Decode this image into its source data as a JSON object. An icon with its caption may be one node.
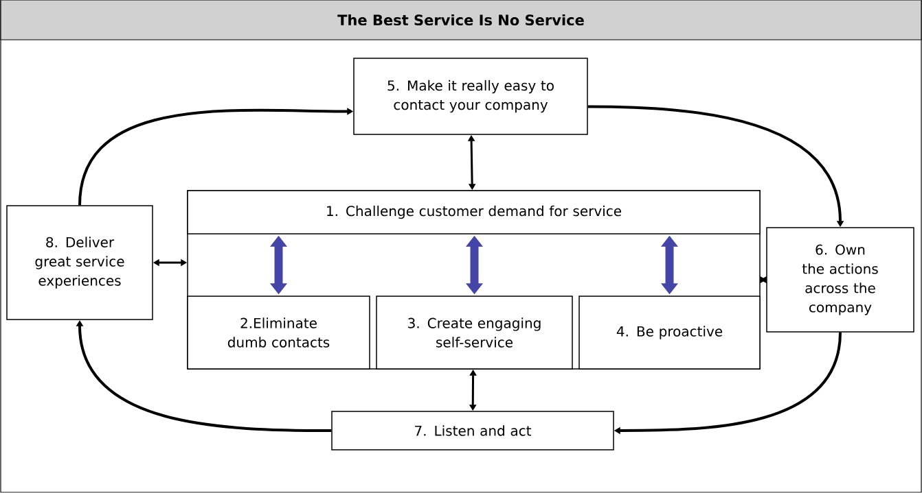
{
  "diagram": {
    "title": "The Best Service Is No Service",
    "nodes": [
      {
        "text": [],
        "shape": "box"
      },
      {
        "text": [
          "1. Challenge customer demand for service"
        ],
        "in": 0
      },
      {
        "text": [
          "2.Eliminate dumb contacts"
        ],
        "in": 0
      },
      {
        "text": [
          "3. Create engaging self-service"
        ],
        "in": 0
      },
      {
        "text": [
          "4. Be proactive"
        ],
        "in": 0
      },
      {
        "text": [
          "5. Make it really easy to contact your company"
        ]
      },
      {
        "text": [
          "6. Own the actions across the company"
        ]
      },
      {
        "text": [
          "7. Listen and act"
        ]
      },
      {
        "text": [
          "8. Deliver great service experiences"
        ]
      }
    ],
    "edges": [
      {
        "from": 8,
        "to": 5,
        "arrow": "to"
      },
      {
        "from": 5,
        "to": 6,
        "arrow": "to"
      },
      {
        "from": 6,
        "to": 7,
        "arrow": "to"
      },
      {
        "from": 7,
        "to": 8,
        "arrow": "to"
      },
      {
        "from": 5,
        "to": 0,
        "arrow": "both"
      },
      {
        "from": 0,
        "to": 7,
        "arrow": "both"
      },
      {
        "from": 8,
        "to": 0,
        "arrow": "both"
      },
      {
        "from": 0,
        "to": 6,
        "arrow": "both"
      },
      {
        "from": 1,
        "to": 2,
        "arrow": "both",
        "style": "thick",
        "color": "#4545a8"
      },
      {
        "from": 1,
        "to": 3,
        "arrow": "both",
        "style": "thick",
        "color": "#4545a8"
      },
      {
        "from": 1,
        "to": 4,
        "arrow": "both",
        "style": "thick",
        "color": "#4545a8"
      }
    ]
  }
}
